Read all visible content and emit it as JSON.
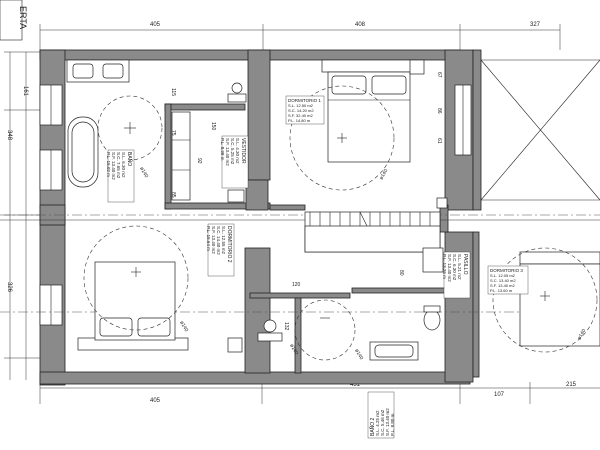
{
  "header": {
    "corner_label": "ERTA"
  },
  "dimensions": {
    "top": [
      "405",
      "408",
      "327"
    ],
    "left": [
      "161",
      "348",
      "326"
    ],
    "bottom": [
      "405",
      "451",
      "215",
      "107"
    ],
    "internal": [
      "115",
      "150",
      "75",
      "92",
      "85",
      "67",
      "86",
      "61",
      "80",
      "120",
      "132"
    ]
  },
  "diameters": [
    "ø140",
    "ø140",
    "ø140",
    "ø140",
    "ø140",
    "ø140"
  ],
  "rooms": [
    {
      "name": "BAÑO",
      "lines": [
        "S.L.  6.30 m2",
        "S.C.  7.65 m2",
        "S.F.  13.40 m2",
        "P.L.  15.02 m"
      ]
    },
    {
      "name": "VESTIDOR",
      "lines": [
        "S.L.  4.30 m2",
        "S.C.  5.25 m2",
        "S.F.  13.40 m2",
        "P.L.  8.98 m"
      ]
    },
    {
      "name": "DORMITORIO 1",
      "lines": [
        "S.L.  12.50 m2",
        "S.C.  14.20 m2",
        "S.F.  32.40 m2",
        "P.L.  14.80 m"
      ]
    },
    {
      "name": "DORMITORIO 2",
      "lines": [
        "S.L.  12.55 m2",
        "S.C.  14.40 m2",
        "S.F.  13.40 m2",
        "P.L.  15.64 m"
      ]
    },
    {
      "name": "PASILLO",
      "lines": [
        "S.L.  5.21 m2",
        "S.C.  6.30 m2",
        "S.F.  13.40 m2",
        "P.L.  13.26 m"
      ]
    },
    {
      "name": "DORMITORIO 3",
      "lines": [
        "S.L.  12.05 m2",
        "S.C.  13.40 m2",
        "S.F.  13.40 m2",
        "P.L.  13.60 m"
      ]
    },
    {
      "name": "BAÑO 2",
      "lines": [
        "S.L.  4.25 m2",
        "S.C.  5.46 m2",
        "S.F.  13.40 m2",
        "P.L.  8.80 m"
      ]
    }
  ]
}
